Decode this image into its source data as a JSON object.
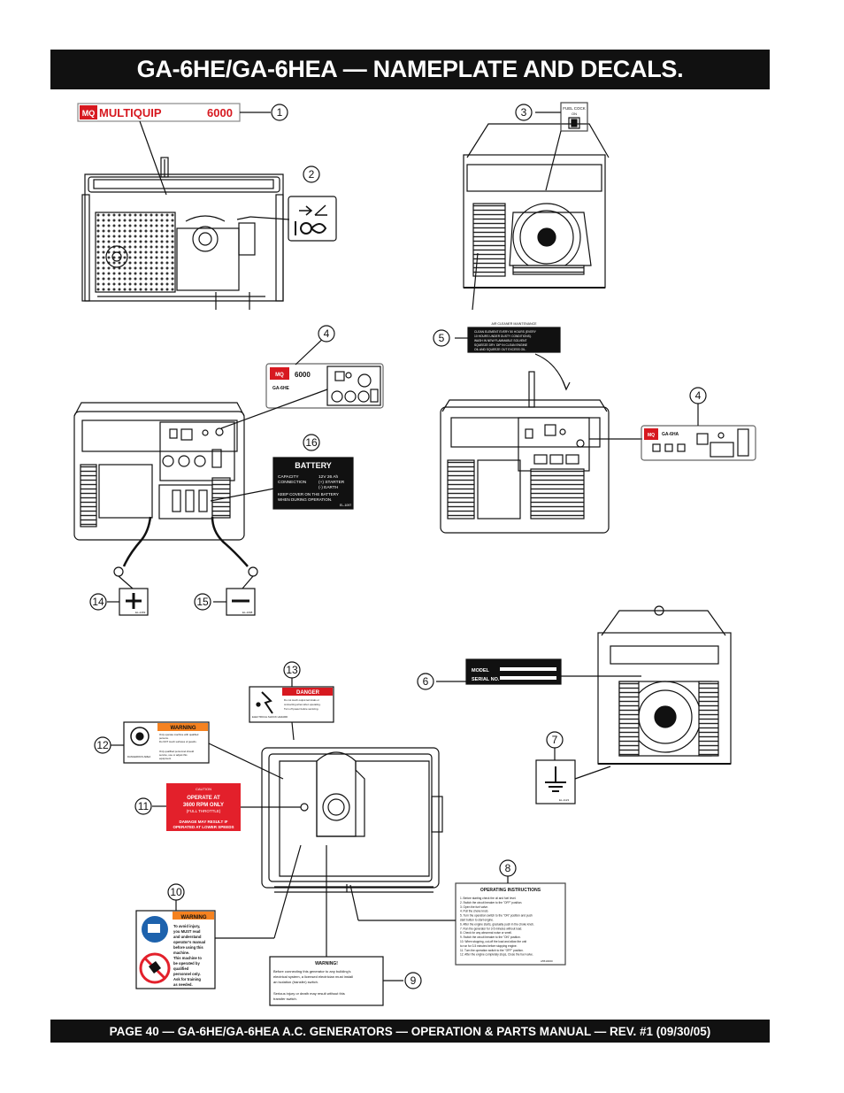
{
  "header": {
    "title": "GA-6HE/GA-6HEA — NAMEPLATE AND DECALS."
  },
  "footer": {
    "text": "PAGE 40 — GA-6HE/GA-6HEA A.C. GENERATORS — OPERATION & PARTS MANUAL — REV. #1  (09/30/05)"
  },
  "callouts": [
    "1",
    "2",
    "3",
    "4",
    "5",
    "4",
    "16",
    "14",
    "15",
    "6",
    "13",
    "7",
    "12",
    "11",
    "8",
    "10",
    "9"
  ],
  "decal_1": {
    "brand": "MULTIQUIP",
    "model": "6000",
    "logo": "MQ"
  },
  "decal_3": {
    "label": "FUEL COCK",
    "on": "ON"
  },
  "decal_4a": {
    "model": "6000",
    "sub": "GA-6HE",
    "logo": "MQ"
  },
  "decal_4b": {
    "model": "GA-6HA",
    "logo": "MQ"
  },
  "decal_5": {
    "title": "AIR CLEANER MAINTENANCE",
    "l1": "CLEAN ELEMENT EVERY 50 HOURS (EVERY",
    "l2": "10 HOURS UNDER DUSTY CONDITIONS).",
    "l3": "WASH IN NEW FLAMMABLE SOLVENT",
    "l4": "SQUEEZE DRY. DIP IN CLEAN ENGINE",
    "l5": "OIL AND SQUEEZE OUT EXCESS OIL."
  },
  "decal_16": {
    "title": "BATTERY",
    "cap_label": "CAPACITY",
    "cap_value": "12V 26 Ah",
    "conn_label": "CONNECTION",
    "starter": "(+) STARTER",
    "earth": "(-) EARTH",
    "keep1": "KEEP COVER ON THE BATTERY",
    "keep2": "WHEN DURING OPERATION.",
    "code": "EL-1097"
  },
  "decal_14": {
    "code": "EL-2469"
  },
  "decal_15": {
    "code": "EL-1098"
  },
  "decal_6": {
    "model": "MODEL",
    "serial": "SERIAL NO."
  },
  "decal_7": {
    "code": "EL-1123"
  },
  "decal_13": {
    "banner": "DANGER",
    "side": "ELECTRICAL SHOCK HAZARD",
    "l1": "Do not touch output terminals or",
    "l2": "connecting wires when operating.",
    "l3": "Turn off power before servicing."
  },
  "decal_12": {
    "banner": "WARNING",
    "side": "DANGEROUS AREA",
    "l1": "Only operate machine with qualified",
    "l2": "persons.",
    "l3": "Do NOT touch surfaces of guards.",
    "l4": "Only qualified personnel should",
    "l5": "service, use or adjust this",
    "l6": "equipment."
  },
  "decal_11": {
    "caution": "CAUTION",
    "l1": "OPERATE AT",
    "l2": "3600 RPM ONLY",
    "l3": "(FULL THROTTLE)",
    "l4": "DAMAGE MAY RESULT IF",
    "l5": "OPERATED AT LOWER SPEEDS"
  },
  "decal_8": {
    "title": "OPERATING INSTRUCTIONS",
    "steps": [
      "1. Before starting check the oil and fuel level.",
      "2. Switch the circuit breaker to the \"OFF\" position.",
      "3. Open the fuel valve.",
      "4. Pull the choke knob.",
      "5. Turn the operation switch to the \"ON\" position and push",
      "    start button to start engine.",
      "6. After the engine starts, gradually push in the choke knob.",
      "7. Run the generator for 3-5 minutes without load.",
      "8. Check for any abnormal noise or smell.",
      "9. Switch the circuit breaker to the \"ON\" position.",
      "10. When stopping, cut-off the load and allow the unit",
      "    to run for 3-5 minutes before stopping engine.",
      "11. Turn the operation switch to the \"OFF\" position.",
      "12. After the engine completely stops, Close the fuel valve."
    ],
    "code": "A5510000"
  },
  "decal_10": {
    "banner": "WARNING",
    "l1": "To avoid injury,",
    "l2": "you MUST read",
    "l3": "and understand",
    "l4": "operator's manual",
    "l5": "before using this",
    "l6": "machine.",
    "l7": "This machine to",
    "l8": "be operated by",
    "l9": "qualified",
    "l10": "personnel only.",
    "l11": "Ask for training",
    "l12": "as needed."
  },
  "decal_9": {
    "title": "WARNING!",
    "l1": "Before connecting this generator to any building's",
    "l2": "electrical system, a licensed electrician must install",
    "l3": "an isolation (transfer) switch.",
    "l4": "Serious injury or death may result without this",
    "l5": "transfer switch."
  }
}
